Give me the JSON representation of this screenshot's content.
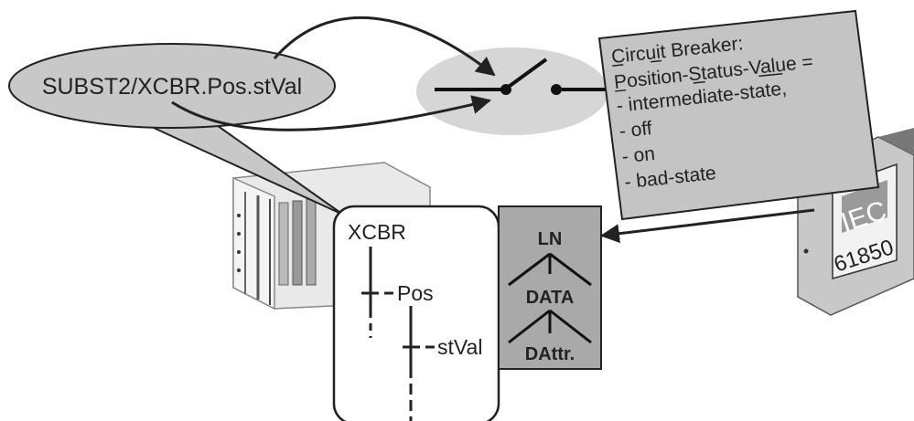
{
  "diagram": {
    "callout_text": "SUBST2/XCBR.Pos.stVal",
    "breaker_box": {
      "lines": [
        "Circuit Breaker:",
        "Position-Status-Value =",
        "- intermediate-state,",
        "- off",
        "- on",
        "- bad-state"
      ]
    },
    "tree": {
      "root": "XCBR",
      "child": "Pos",
      "leaf": "stVal"
    },
    "hierarchy": {
      "level1": "LN",
      "level2": "DATA",
      "level3": "DAttr."
    },
    "device": {
      "label_top": "IEC",
      "label_bottom": "61850"
    }
  },
  "colors": {
    "callout_fill": "#c8c8c8",
    "ellipse_fill": "#d6d6d6",
    "box_fill": "#c4c4c4",
    "hierarchy_fill": "#a9a9a9",
    "stroke": "#222222"
  }
}
